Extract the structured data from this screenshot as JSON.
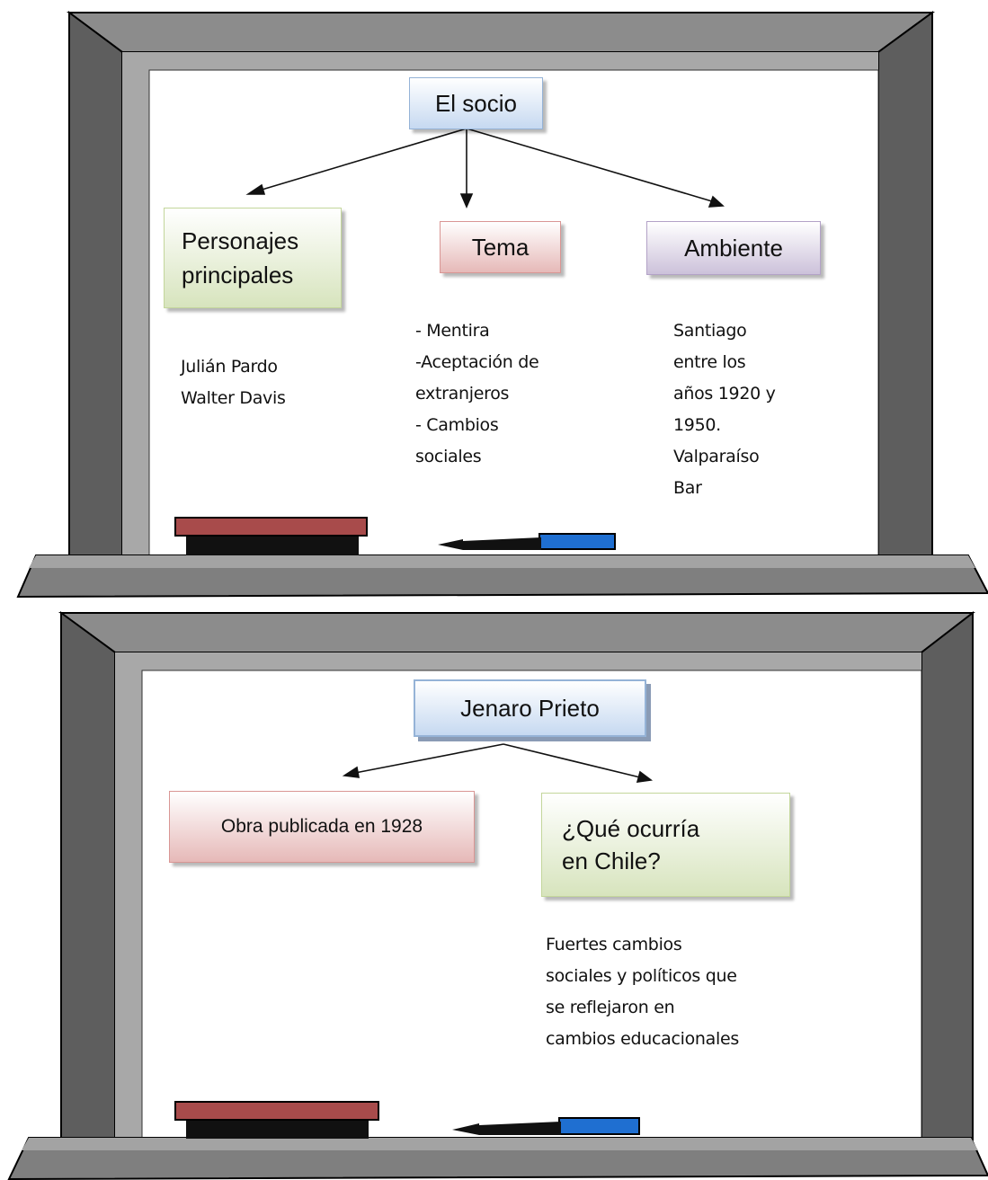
{
  "diagram1": {
    "root": "El socio",
    "branches": [
      {
        "label_lines": [
          "Personajes",
          "principales"
        ],
        "notes": [
          "Julián Pardo",
          "Walter Davis"
        ]
      },
      {
        "label_lines": [
          "Tema"
        ],
        "notes": [
          "- Mentira",
          "-Aceptación de",
          "extranjeros",
          "- Cambios",
          "sociales"
        ]
      },
      {
        "label_lines": [
          "Ambiente"
        ],
        "notes": [
          "Santiago",
          "entre los",
          "años 1920 y",
          "1950.",
          "Valparaíso",
          "Bar"
        ]
      }
    ]
  },
  "diagram2": {
    "root": "Jenaro Prieto",
    "branches": [
      {
        "label_lines": [
          "Obra publicada en 1928"
        ],
        "notes": []
      },
      {
        "label_lines": [
          "¿Qué ocurría",
          "en Chile?"
        ],
        "notes": [
          "Fuertes cambios",
          "sociales y políticos que",
          "se reflejaron en",
          "cambios educacionales"
        ]
      }
    ]
  },
  "colors": {
    "frame_dark": "#5a5a5a",
    "frame_light": "#9a9a9a",
    "board": "#ffffff",
    "box_blue": "#c6d9f1",
    "box_green": "#d7e4bd",
    "box_red": "#e6b9b8",
    "box_purple": "#ccc1da",
    "eraser": "#a84b4b",
    "marker": "#1f6fd1"
  }
}
